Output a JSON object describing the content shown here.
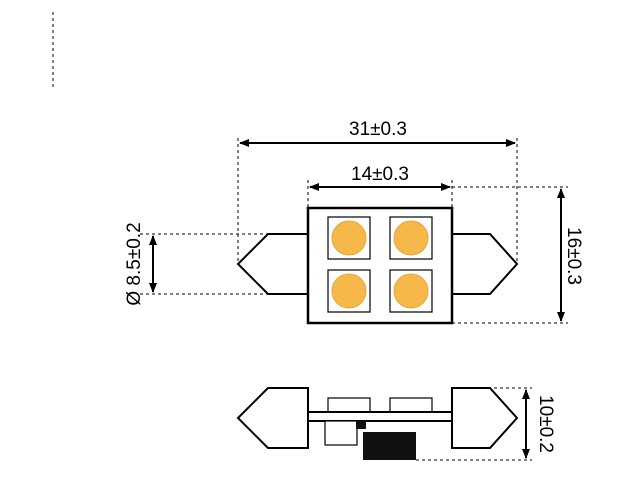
{
  "dimensions": {
    "overall_length": "31±0.3",
    "body_length": "14±0.3",
    "body_height": "16±0.3",
    "cap_diameter": "Ø 8.5±0.2",
    "side_thickness": "10±0.2"
  },
  "colors": {
    "led": "#f7b84a",
    "led_edge": "#e7a43a",
    "line": "#000000",
    "component": "#111111"
  },
  "led_count": 4
}
